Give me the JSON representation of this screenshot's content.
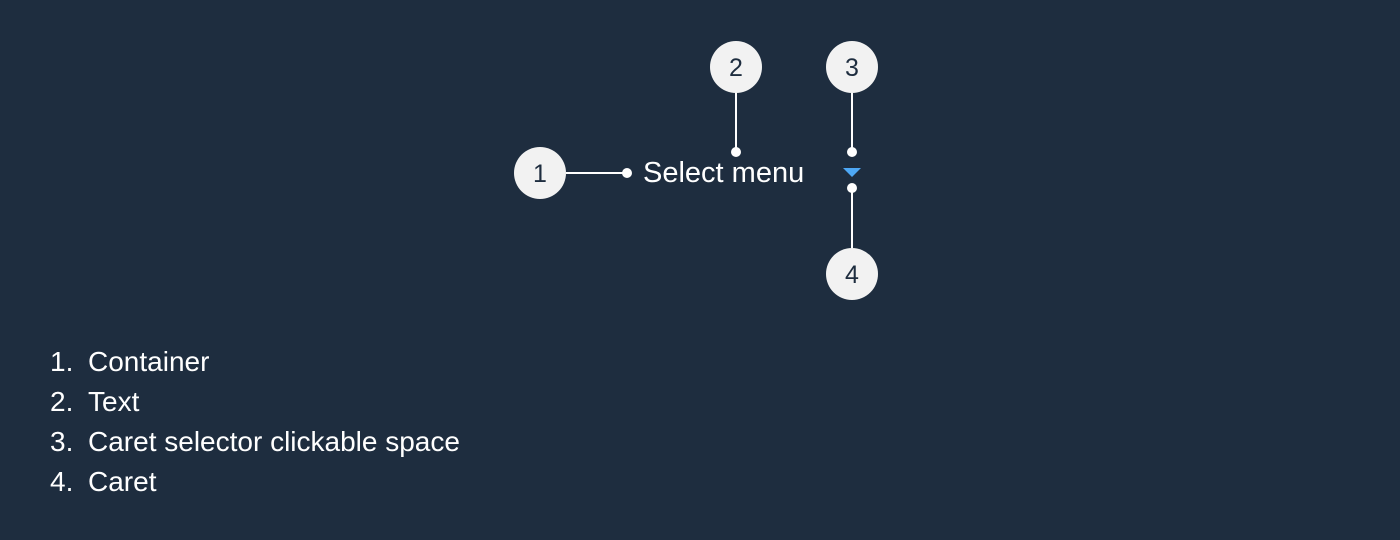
{
  "select": {
    "label": "Select menu"
  },
  "callouts": [
    {
      "number": "1"
    },
    {
      "number": "2"
    },
    {
      "number": "3"
    },
    {
      "number": "4"
    }
  ],
  "legend": [
    {
      "number": "1.",
      "text": "Container"
    },
    {
      "number": "2.",
      "text": "Text"
    },
    {
      "number": "3.",
      "text": "Caret selector clickable space"
    },
    {
      "number": "4.",
      "text": "Caret"
    }
  ],
  "icons": {
    "caret": "caret-down-icon"
  },
  "colors": {
    "background": "#1e2d3f",
    "callout_fill": "#f2f2f2",
    "leader_line": "#ffffff",
    "text": "#ffffff",
    "caret": "#4ea8f5"
  }
}
